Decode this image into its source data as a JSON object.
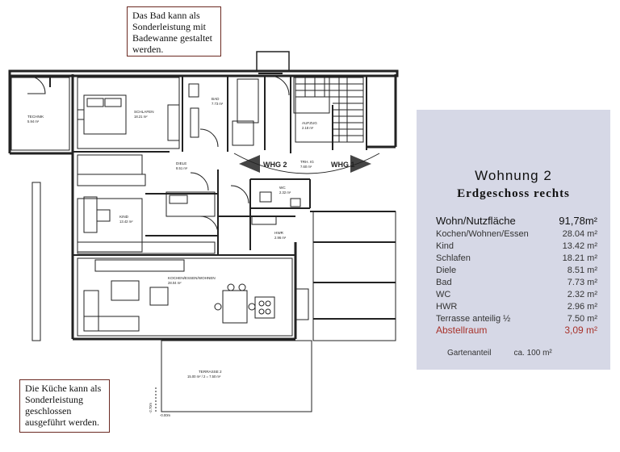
{
  "notes": {
    "bath": [
      "Das Bad kann als",
      "Sonderleistung mit",
      "Badewanne gestaltet",
      "werden."
    ],
    "kitchen": [
      "Die Küche kann als",
      "Sonderleistung",
      "geschlossen",
      "ausgeführt werden."
    ]
  },
  "plan": {
    "rooms": {
      "technik": {
        "name": "TECHNIK",
        "area": "5.94 m²"
      },
      "schlafen": {
        "name": "SCHLAFEN",
        "area": "18.21 m²"
      },
      "bad": {
        "name": "BAD",
        "area": "7.73 m²"
      },
      "aufzug": {
        "name": "AUFZUG",
        "area": "2.18 m²"
      },
      "diele": {
        "name": "DIELE",
        "area": "8.51 m²"
      },
      "treppe": {
        "name": "TRH. IG",
        "area": "7.60 m²"
      },
      "wc": {
        "name": "WC",
        "area": "2.32 m²"
      },
      "kind": {
        "name": "KIND",
        "area": "13.42 m²"
      },
      "hwr": {
        "name": "HWR",
        "area": "2.96 m²"
      },
      "kochen": {
        "name": "KOCHEN/ESSEN/WOHNEN",
        "area": "28.04 m²"
      },
      "terrasse": {
        "name": "TERRASSE 2",
        "area": "15.00 m² / 2 = 7.50 m²"
      }
    },
    "whg2": "WHG 2",
    "whg1": "WHG 1",
    "level_upper": "-2.70m",
    "level_lower": "-0.00m"
  },
  "info": {
    "title": "Wohnung 2",
    "subtitle": "Erdgeschoss rechts",
    "total": {
      "label": "Wohn/Nutzfläche",
      "value": "91,78m²"
    },
    "rows": [
      {
        "label": "Kochen/Wohnen/Essen",
        "value": "28.04 m²"
      },
      {
        "label": "Kind",
        "value": "13.42 m²"
      },
      {
        "label": "Schlafen",
        "value": "18.21 m²"
      },
      {
        "label": "Diele",
        "value": "8.51 m²"
      },
      {
        "label": "Bad",
        "value": "7.73 m²"
      },
      {
        "label": "WC",
        "value": "2.32 m²"
      },
      {
        "label": "HWR",
        "value": "2.96 m²"
      },
      {
        "label": "Terrasse anteilig ½",
        "value": "7.50 m²"
      }
    ],
    "storage": {
      "label": "Abstellraum",
      "value": "3,09 m²"
    },
    "garden": {
      "label": "Gartenanteil",
      "value": "ca. 100 m²"
    }
  },
  "colors": {
    "background": "#ffffff",
    "info_panel": "#d6d8e6",
    "accent_red": "#a8322a",
    "note_border": "#6b2a22"
  }
}
